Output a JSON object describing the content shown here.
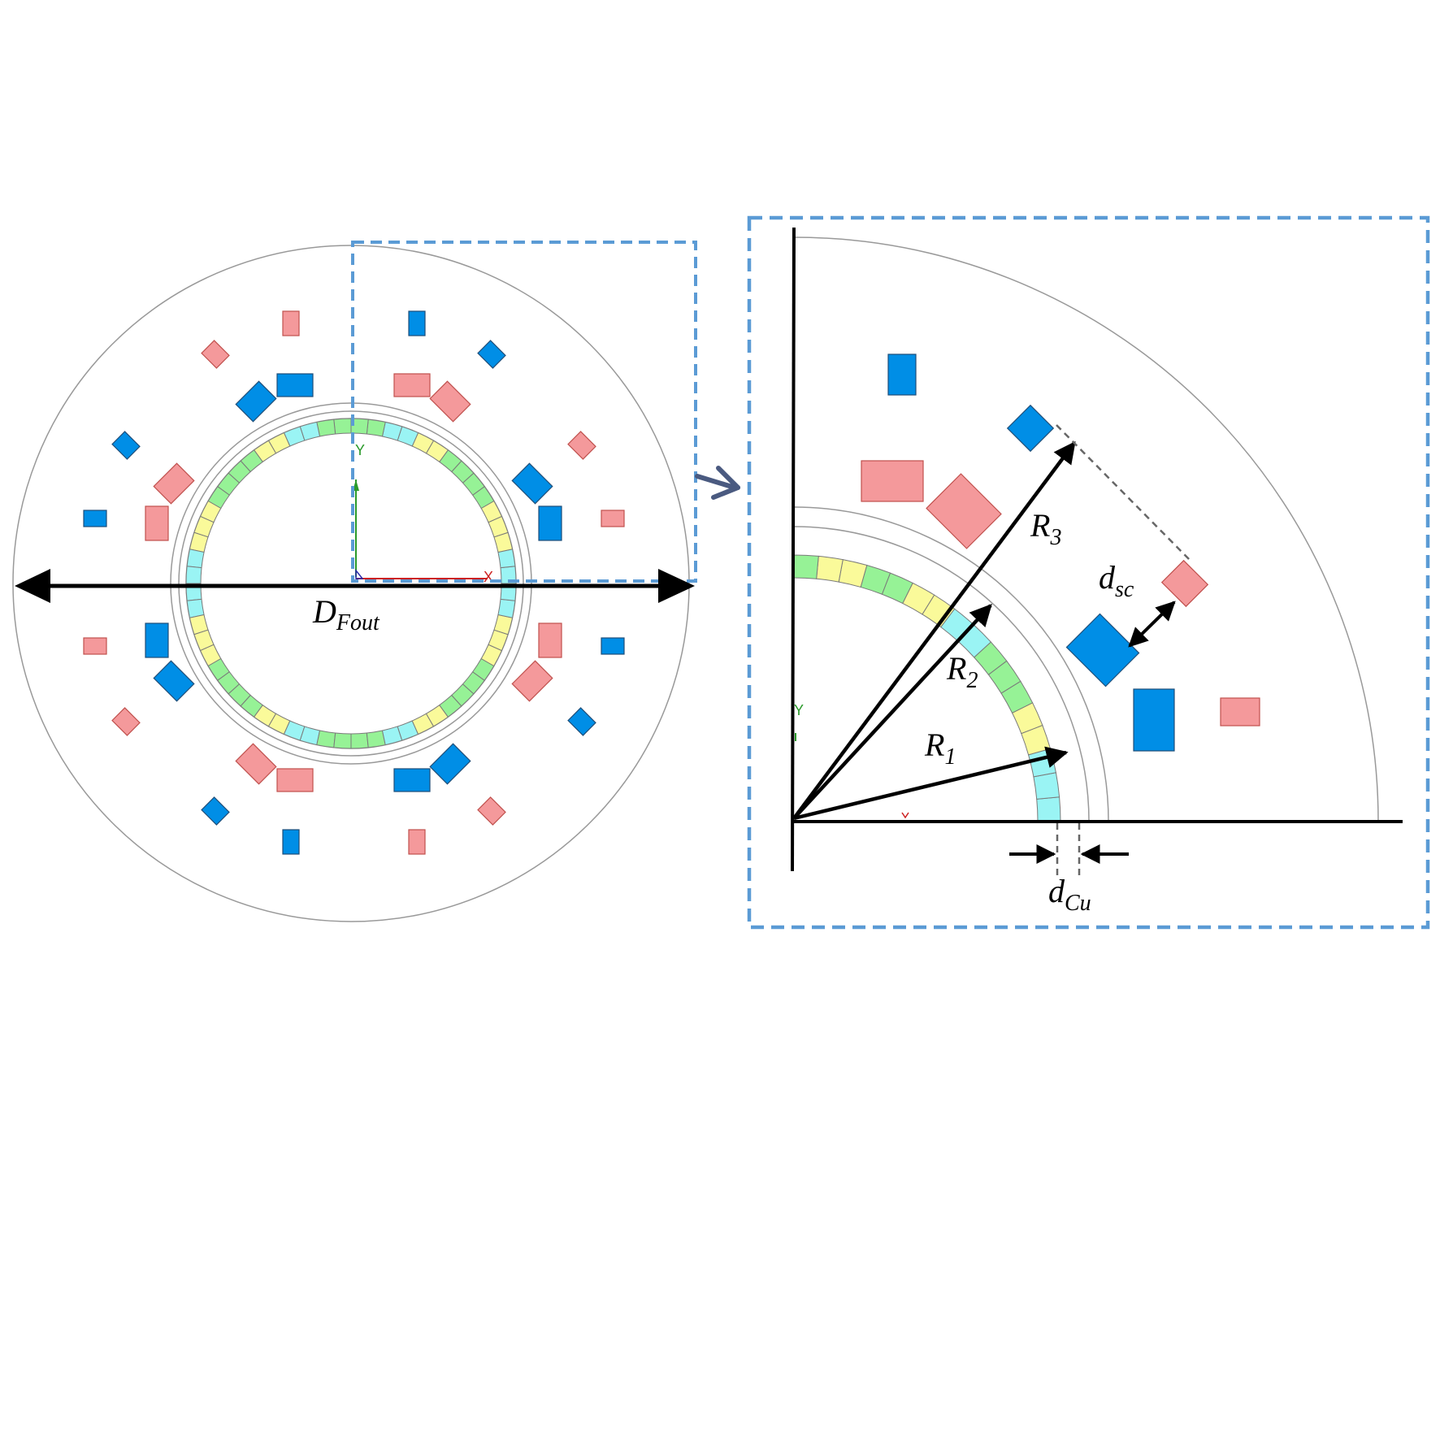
{
  "labels": {
    "d_fout_main": "D",
    "d_fout_sub": "Fout",
    "r1_main": "R",
    "r1_sub": "1",
    "r2_main": "R",
    "r2_sub": "2",
    "r3_main": "R",
    "r3_sub": "3",
    "dsc_main": "d",
    "dsc_sub": "sc",
    "dcu_main": "d",
    "dcu_sub": "Cu"
  },
  "axes": {
    "x": "X",
    "y": "Y"
  },
  "colors": {
    "frame": "#5b9bd5",
    "red_conductor": "#f4999b",
    "red_edge": "#c0504d",
    "blue_conductor": "#008ee6",
    "blue_edge": "#1f4e79",
    "ring_green": "#96f296",
    "ring_yellow": "#fafa9a",
    "ring_cyan": "#9af4f4",
    "outline": "#888888",
    "connector_arrow": "#4a5a80"
  }
}
